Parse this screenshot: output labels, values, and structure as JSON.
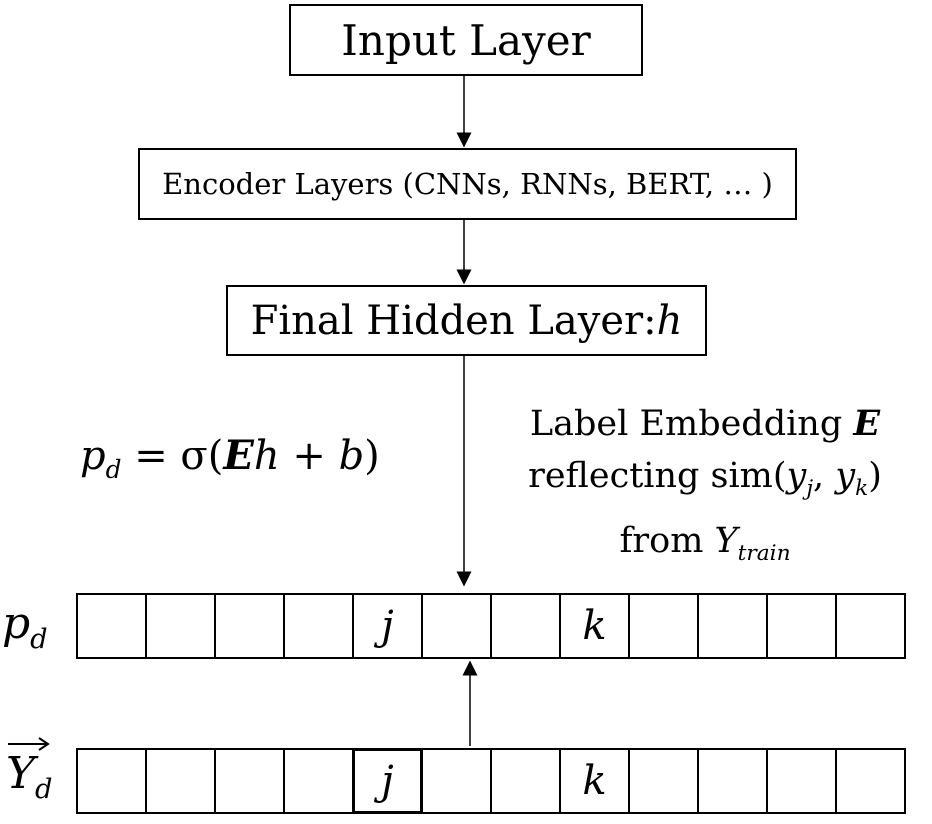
{
  "boxes": {
    "input": "Input Layer",
    "encoder": "Encoder Layers (CNNs, RNNs, BERT, … )",
    "hidden_prefix": "Final Hidden Layer: ",
    "hidden_var": "h"
  },
  "formula": {
    "lhs_var": "p",
    "lhs_sub": "d",
    "equals": " = σ(",
    "E": "E",
    "h": "h",
    "plus": " + ",
    "b": "b",
    "close": ")"
  },
  "annotation": {
    "line1_prefix": "Label Embedding ",
    "line1_E": "E",
    "line2_prefix": "reflecting sim(",
    "yj_var": "y",
    "yj_sub": "j",
    "comma": ", ",
    "yk_var": "y",
    "yk_sub": "k",
    "line2_close": ")",
    "line3_prefix": "from ",
    "Y_var": "Y",
    "Y_sub": "train"
  },
  "rows": {
    "pd": {
      "label_var": "p",
      "label_sub": "d",
      "cells": [
        "",
        "",
        "",
        "",
        "j",
        "",
        "",
        "k",
        "",
        "",
        "",
        ""
      ]
    },
    "yd": {
      "label_var": "Y",
      "label_sub": "d",
      "cells": [
        "",
        "",
        "",
        "",
        "j",
        "",
        "",
        "k",
        "",
        "",
        "",
        ""
      ]
    }
  }
}
